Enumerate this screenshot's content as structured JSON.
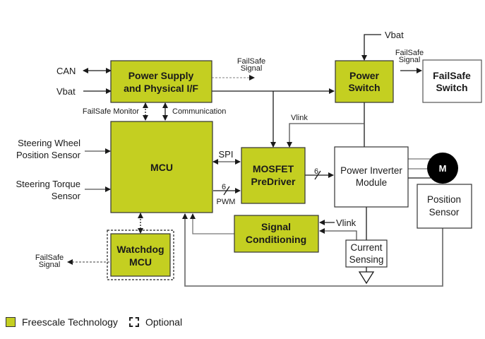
{
  "colors": {
    "freescale": "#c4cf21",
    "line": "#1a1a1a",
    "gray_line": "#777777"
  },
  "blocks": {
    "power_supply": [
      "Power Supply",
      "and Physical I/F"
    ],
    "mcu": "MCU",
    "mosfet": [
      "MOSFET",
      "PreDriver"
    ],
    "power_switch": [
      "Power",
      "Switch"
    ],
    "failsafe_switch": [
      "FailSafe",
      "Switch"
    ],
    "power_inverter": [
      "Power Inverter",
      "Module"
    ],
    "motor": "M",
    "position_sensor": [
      "Position",
      "Sensor"
    ],
    "signal_conditioning": [
      "Signal",
      "Conditioning"
    ],
    "current_sensing": [
      "Current",
      "Sensing"
    ],
    "watchdog": [
      "Watchdog",
      "MCU"
    ]
  },
  "labels": {
    "can": "CAN",
    "vbat_left": "Vbat",
    "vbat_top": "Vbat",
    "failsafe_signal_1": [
      "FailSafe",
      "Signal"
    ],
    "failsafe_signal_2": [
      "FailSafe",
      "Signal"
    ],
    "failsafe_signal_3": [
      "FailSafe",
      "Signal"
    ],
    "failsafe_monitor": "FailSafe Monitor",
    "communication": "Communication",
    "steering_wheel": [
      "Steering Wheel",
      "Position Sensor"
    ],
    "steering_torque": [
      "Steering Torque",
      "Sensor"
    ],
    "spi": "SPI",
    "pwm": "PWM",
    "bus6_a": "6",
    "bus6_b": "6",
    "vlink_top": "Vlink",
    "vlink_bottom": "Vlink"
  },
  "legend": {
    "freescale": "Freescale Technology",
    "optional": "Optional"
  }
}
